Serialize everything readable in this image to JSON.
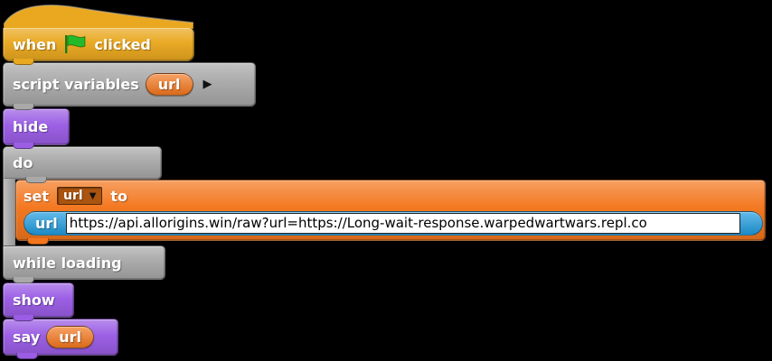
{
  "palette": {
    "control_gold": "#e9a820",
    "gray": "#a9a9a9",
    "looks_purple": "#9a5de4",
    "variables_orange": "#f3761d",
    "sensing_blue": "#1f9ce0",
    "flag_green": "#23ba29",
    "canvas_bg": "#000000"
  },
  "blocks": {
    "when_flag_clicked": {
      "label_before": "when",
      "flag_icon": "green-flag-icon",
      "label_after": "clicked"
    },
    "script_variables": {
      "label": "script variables",
      "variable_pill": "url",
      "expander_icon": "▶"
    },
    "hide": {
      "label": "hide"
    },
    "do_while": {
      "label_top": "do",
      "label_bottom": "while loading"
    },
    "set_variable": {
      "label_set": "set",
      "dropdown_value": "url",
      "dropdown_arrow": "▼",
      "label_to": "to"
    },
    "url_reporter": {
      "label": "url",
      "input_value": "https://api.allorigins.win/raw?url=https://Long-wait-response.warpedwartwars.repl.co"
    },
    "show": {
      "label": "show"
    },
    "say": {
      "label": "say",
      "argument_pill": "url"
    }
  }
}
